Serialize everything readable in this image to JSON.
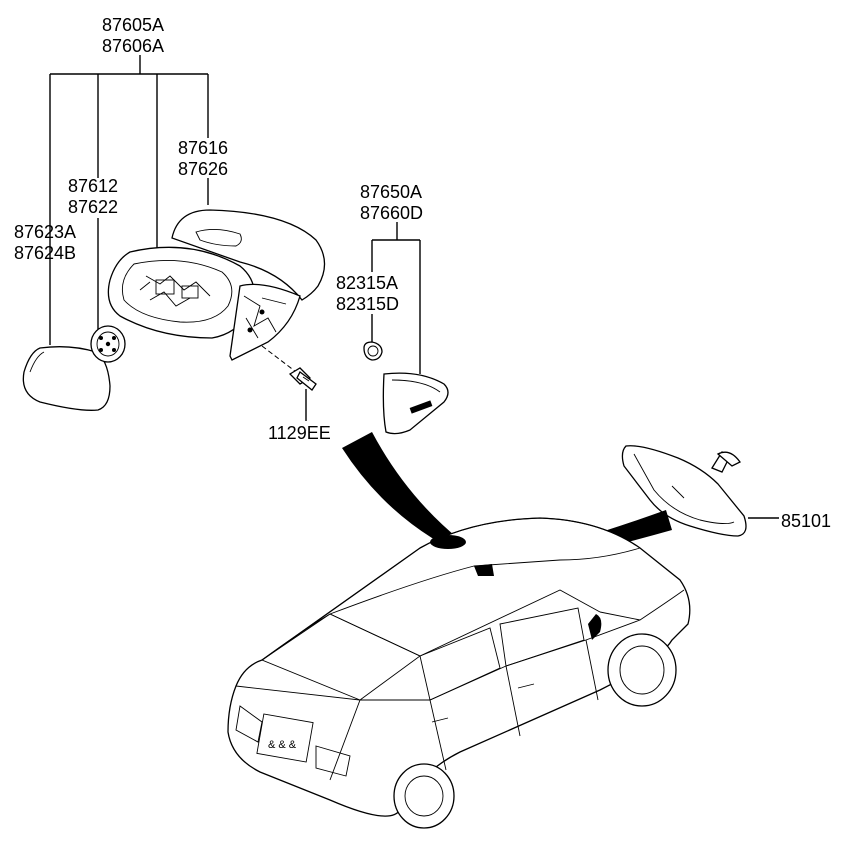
{
  "labels": {
    "assembly_a": "87605A",
    "assembly_b": "87606A",
    "cover_a": "87616",
    "cover_b": "87626",
    "actuator_a": "87612",
    "actuator_b": "87622",
    "glass_a": "87623A",
    "glass_b": "87624B",
    "cover_assy_a": "87650A",
    "cover_assy_b": "87660D",
    "tweeter_a": "82315A",
    "tweeter_b": "82315D",
    "bolt": "1129EE",
    "inside_mirror": "85101"
  }
}
